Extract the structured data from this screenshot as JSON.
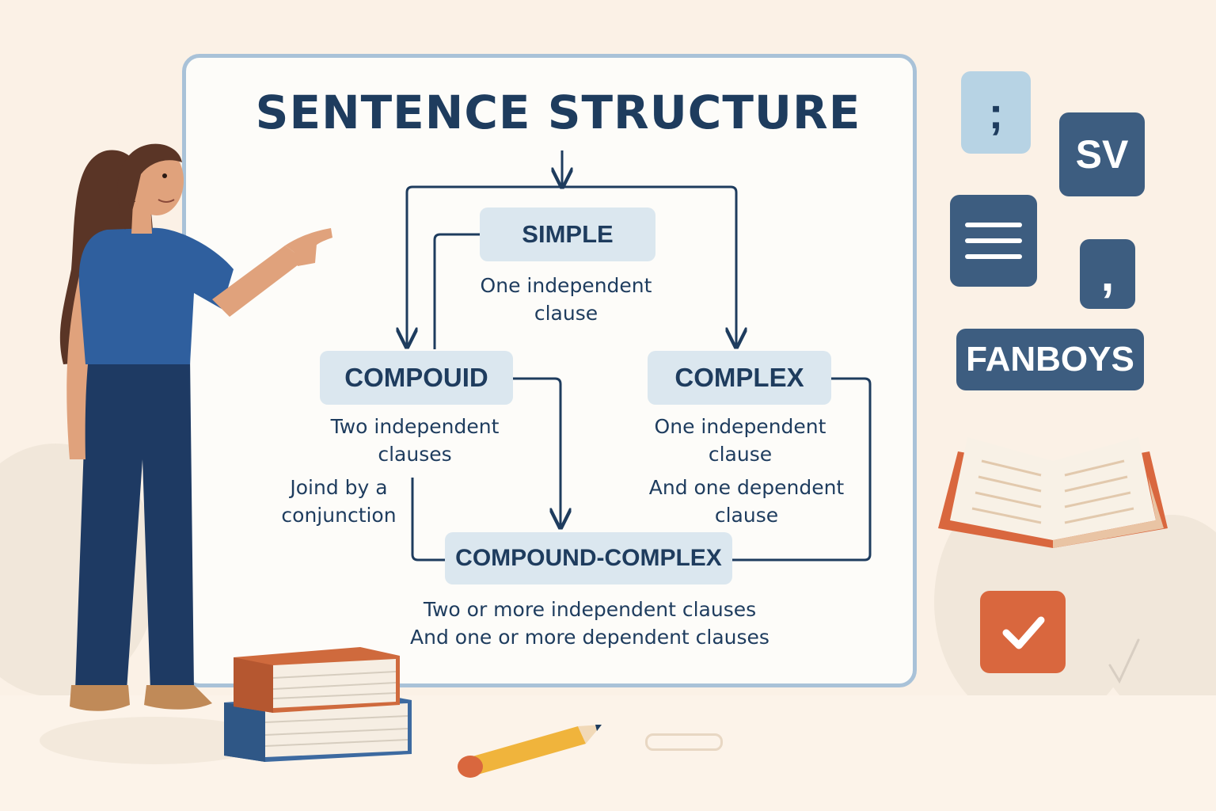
{
  "title": "SENTENCE STRUCTURE",
  "nodes": {
    "simple": {
      "label": "SIMPLE",
      "desc": [
        "One independent",
        "clause"
      ]
    },
    "compound": {
      "label": "COMPOUID",
      "desc": [
        "Two independent",
        "clauses"
      ],
      "note": [
        "Joind by a",
        "conjunction"
      ]
    },
    "complex": {
      "label": "COMPLEX",
      "desc": [
        "One independent",
        "clause"
      ],
      "note": [
        "And one dependent",
        "clause"
      ]
    },
    "compound_complex": {
      "label": "COMPOUND-COMPLEX",
      "desc": [
        "Two or more independent clauses",
        "And one or more dependent clauses"
      ]
    }
  },
  "side_icons": {
    "semicolon_tile": ";",
    "sv_tile": "SV",
    "comma_glyph": ",",
    "fanboys_tile": "FANBOYS"
  },
  "colors": {
    "navy": "#1e3c5e",
    "node_fill": "#dbe7ef",
    "board_border": "#a9c2d8",
    "tile_dark": "#3d5d80",
    "tile_light": "#b7d3e4",
    "accent_orange": "#d9673e"
  }
}
